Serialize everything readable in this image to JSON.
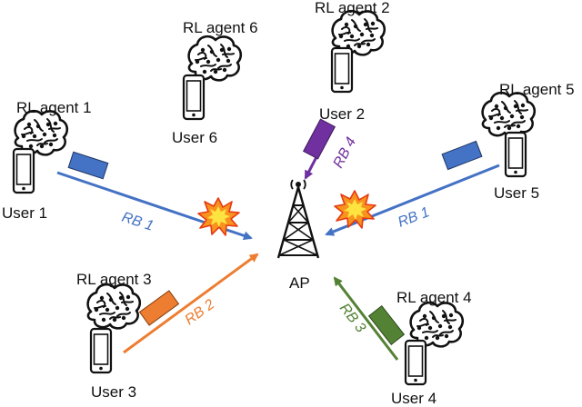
{
  "colors": {
    "blue": "#4472c4",
    "orange": "#ed7d31",
    "purple": "#7030a0",
    "green": "#548235",
    "blue_packet": "#4472c4",
    "orange_packet": "#ed7d31",
    "purple_packet": "#7030a0",
    "green_packet": "#548235"
  },
  "icons": {
    "agent": "brain-icon",
    "user": "smartphone-icon",
    "ap": "tower-icon",
    "collision": "explosion-icon"
  },
  "ap": {
    "label": "AP"
  },
  "users": [
    {
      "id": 1,
      "user_label": "User 1",
      "agent_label": "RL agent 1",
      "rb_label": "RB 1",
      "color": "#4472c4"
    },
    {
      "id": 2,
      "user_label": "User 2",
      "agent_label": "RL agent 2",
      "rb_label": "RB 4",
      "color": "#7030a0"
    },
    {
      "id": 3,
      "user_label": "User 3",
      "agent_label": "RL agent 3",
      "rb_label": "RB 2",
      "color": "#ed7d31"
    },
    {
      "id": 4,
      "user_label": "User 4",
      "agent_label": "RL agent 4",
      "rb_label": "RB 3",
      "color": "#548235"
    },
    {
      "id": 5,
      "user_label": "User 5",
      "agent_label": "RL agent 5",
      "rb_label": "RB 1",
      "color": "#4472c4"
    },
    {
      "id": 6,
      "user_label": "User 6",
      "agent_label": "RL agent 6",
      "rb_label": "",
      "color": ""
    }
  ]
}
